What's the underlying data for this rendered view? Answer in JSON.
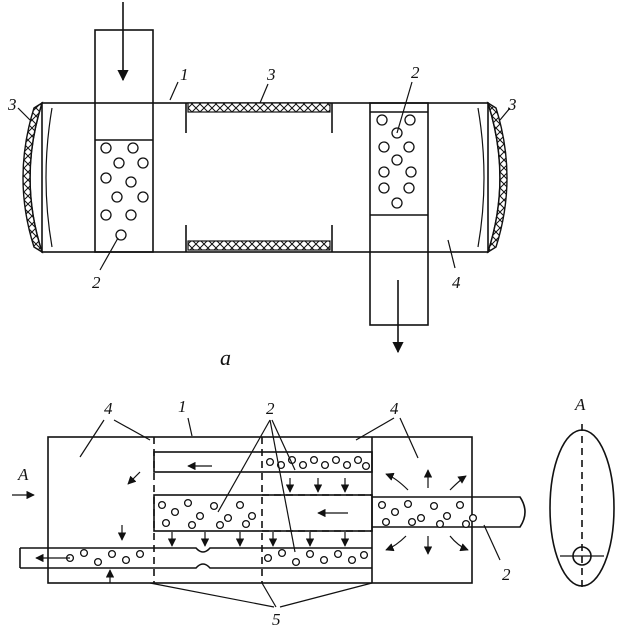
{
  "labels": {
    "n1": "1",
    "n2": "2",
    "n3": "3",
    "n4": "4",
    "n5": "5",
    "a": "a",
    "A": "A"
  }
}
